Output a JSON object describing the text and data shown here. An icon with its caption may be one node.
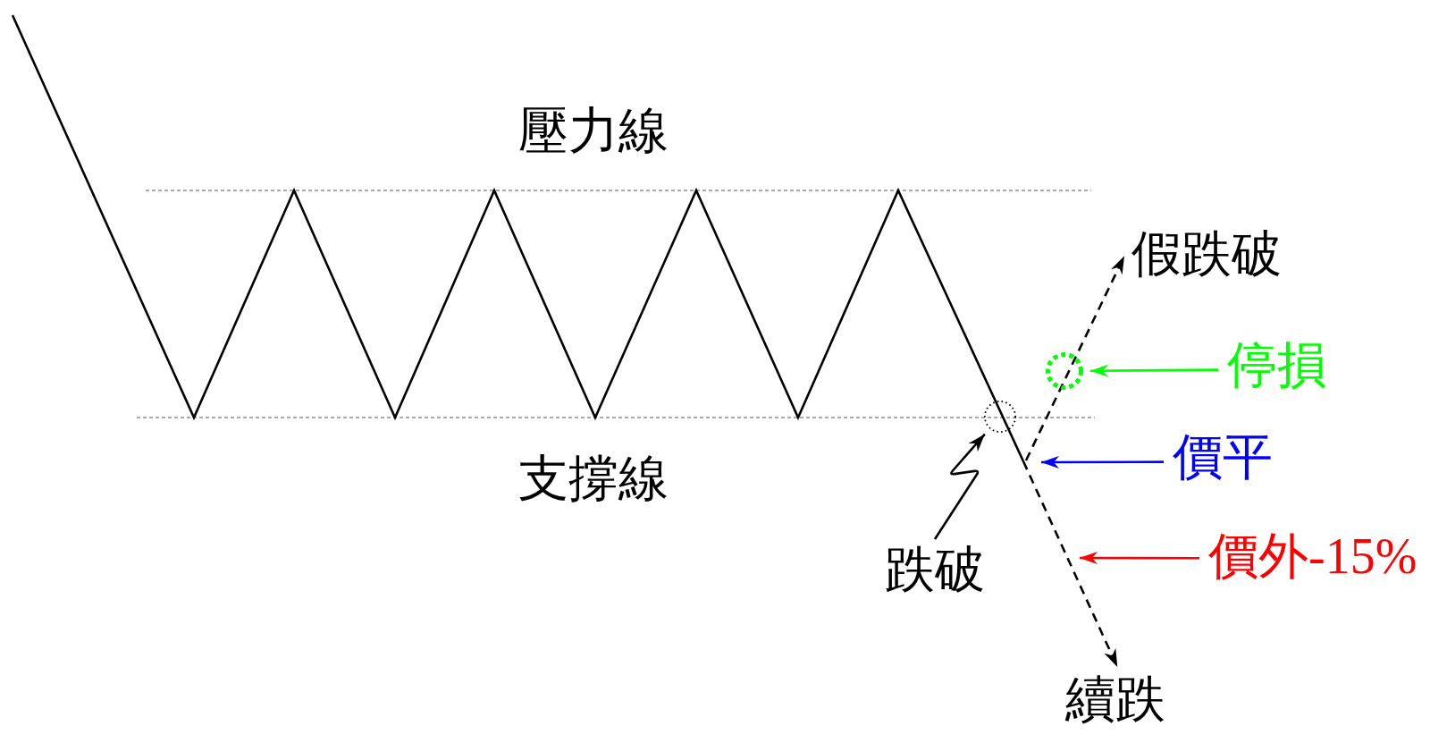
{
  "diagram": {
    "nodes": [
      {
        "text": [
          "假跌破"
        ]
      },
      {
        "text": [],
        "shape": "circle"
      },
      {
        "text": [
          "停損"
        ]
      },
      {
        "text": [],
        "shape": "circle"
      },
      {
        "text": [
          "價平"
        ]
      },
      {
        "text": [
          "跌破"
        ]
      },
      {
        "text": [
          "價外-15%"
        ]
      },
      {
        "text": [
          "續跌"
        ]
      }
    ],
    "edges": [
      {
        "from": null,
        "to": 0,
        "arrow": "to",
        "style": "dashed"
      },
      {
        "from": 2,
        "to": 1,
        "arrow": "to",
        "color": "#00ff00"
      },
      {
        "from": 5,
        "to": 3,
        "arrow": "to"
      },
      {
        "from": 4,
        "to": null,
        "arrow": "to",
        "color": "#0000ff"
      },
      {
        "from": 6,
        "to": null,
        "arrow": "to",
        "color": "#ff0000"
      },
      {
        "from": null,
        "to": 7,
        "arrow": "to",
        "style": "dashed"
      }
    ],
    "labels": [
      "壓力線",
      "支撐線"
    ]
  }
}
